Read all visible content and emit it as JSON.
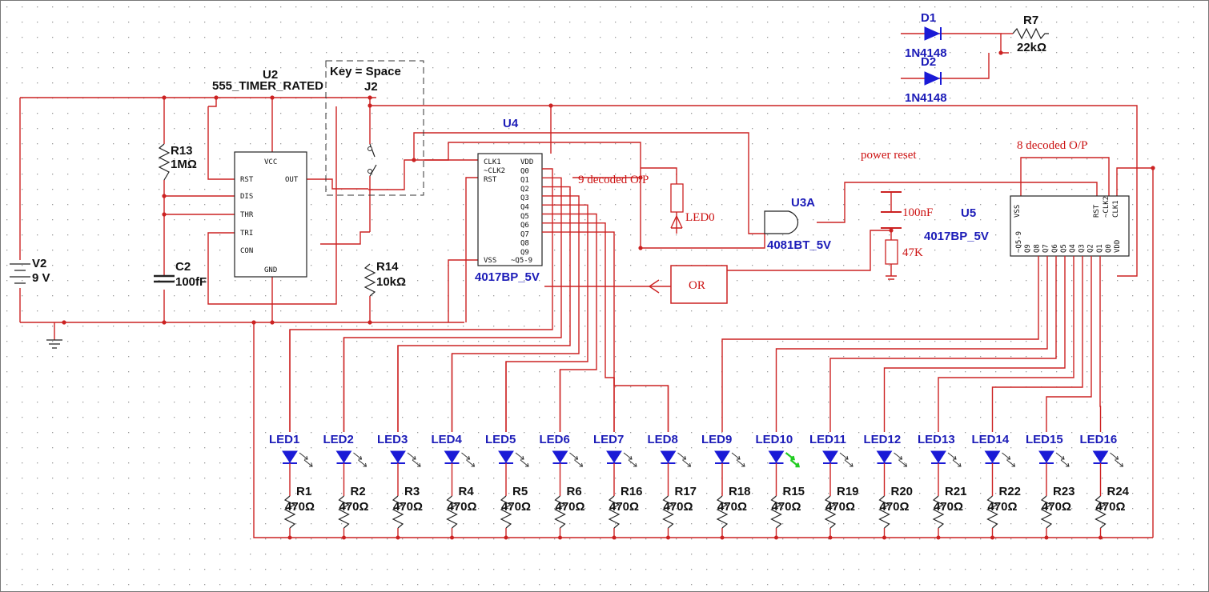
{
  "colors": {
    "wire": "#cc2222",
    "component": "#222222",
    "label_blue": "#1c1cb8",
    "led_blue": "#1a1ad6",
    "led_on": "#22cc22",
    "grid_dot": "#9a9a9a"
  },
  "components": {
    "v2": {
      "ref": "V2",
      "value": "9 V"
    },
    "c2": {
      "ref": "C2",
      "value": "100fF"
    },
    "r13": {
      "ref": "R13",
      "value": "1MΩ"
    },
    "r14": {
      "ref": "R14",
      "value": "10kΩ"
    },
    "u2": {
      "ref": "U2",
      "value": "555_TIMER_RATED",
      "pins": [
        "VCC",
        "RST",
        "DIS",
        "THR",
        "TRI",
        "CON",
        "OUT",
        "GND"
      ]
    },
    "j2": {
      "ref": "J2",
      "key": "Key = Space"
    },
    "u4": {
      "ref": "U4",
      "value": "4017BP_5V",
      "pins_left": [
        "CLK1",
        "~CLK2",
        "RST",
        "VSS"
      ],
      "pins_right": [
        "VDD",
        "Q0",
        "Q1",
        "Q2",
        "Q3",
        "Q4",
        "Q5",
        "Q6",
        "Q7",
        "Q8",
        "Q9",
        "~Q5-9"
      ]
    },
    "u3a": {
      "ref": "U3A",
      "value": "4081BT_5V"
    },
    "u5": {
      "ref": "U5",
      "value": "4017BP_5V",
      "pins_bottom": [
        "~Q5-9",
        "Q9",
        "Q8",
        "Q7",
        "Q6",
        "Q5",
        "Q4",
        "Q3",
        "Q2",
        "Q1",
        "Q0",
        "VDD"
      ],
      "pins_top": [
        "VSS",
        "RST",
        "~CLK2",
        "CLK1"
      ]
    },
    "d1": {
      "ref": "D1",
      "value": "1N4148"
    },
    "d2": {
      "ref": "D2",
      "value": "1N4148"
    },
    "r7": {
      "ref": "R7",
      "value": "22kΩ"
    },
    "led0": {
      "ref": "LED0"
    },
    "cap_reset": {
      "value": "100nF"
    },
    "res_reset": {
      "value": "47K"
    },
    "or_gate": {
      "label": "OR"
    }
  },
  "annotations": {
    "nine_decoded": "9 decoded O/P",
    "power_reset": "power reset",
    "eight_decoded": "8 decoded O/P"
  },
  "leds": [
    {
      "led": "LED1",
      "res": "R1",
      "value": "470Ω",
      "on": false
    },
    {
      "led": "LED2",
      "res": "R2",
      "value": "470Ω",
      "on": false
    },
    {
      "led": "LED3",
      "res": "R3",
      "value": "470Ω",
      "on": false
    },
    {
      "led": "LED4",
      "res": "R4",
      "value": "470Ω",
      "on": false
    },
    {
      "led": "LED5",
      "res": "R5",
      "value": "470Ω",
      "on": false
    },
    {
      "led": "LED6",
      "res": "R6",
      "value": "470Ω",
      "on": false
    },
    {
      "led": "LED7",
      "res": "R16",
      "value": "470Ω",
      "on": false
    },
    {
      "led": "LED8",
      "res": "R17",
      "value": "470Ω",
      "on": false
    },
    {
      "led": "LED9",
      "res": "R18",
      "value": "470Ω",
      "on": false
    },
    {
      "led": "LED10",
      "res": "R15",
      "value": "470Ω",
      "on": true
    },
    {
      "led": "LED11",
      "res": "R19",
      "value": "470Ω",
      "on": false
    },
    {
      "led": "LED12",
      "res": "R20",
      "value": "470Ω",
      "on": false
    },
    {
      "led": "LED13",
      "res": "R21",
      "value": "470Ω",
      "on": false
    },
    {
      "led": "LED14",
      "res": "R22",
      "value": "470Ω",
      "on": false
    },
    {
      "led": "LED15",
      "res": "R23",
      "value": "470Ω",
      "on": false
    },
    {
      "led": "LED16",
      "res": "R24",
      "value": "470Ω",
      "on": false
    }
  ]
}
